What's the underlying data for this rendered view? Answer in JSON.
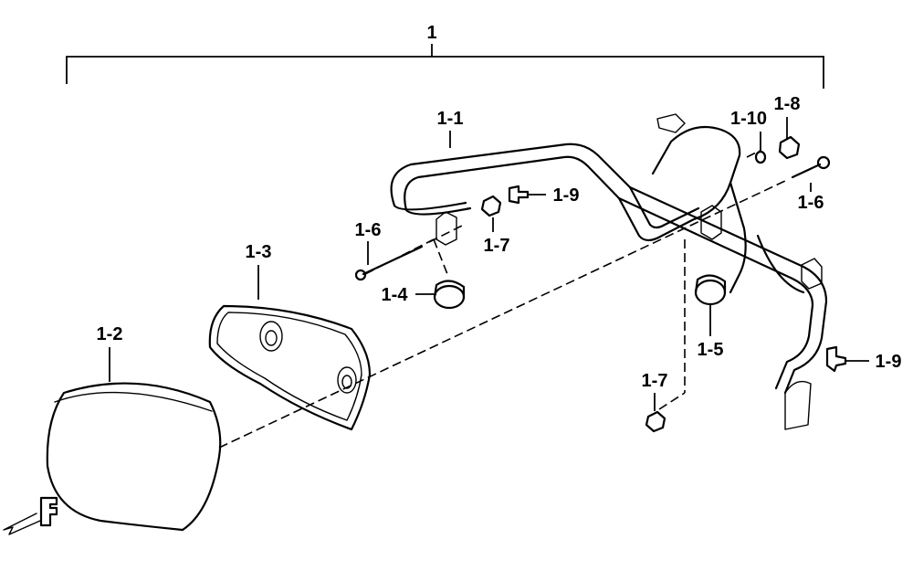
{
  "diagram": {
    "labels": {
      "assembly": "1",
      "backrest_bracket": "1-1",
      "backrest_pad": "1-2",
      "backrest_plate": "1-3",
      "collar_a": "1-4",
      "collar_b": "1-5",
      "bolt_left": "1-6",
      "bolt_right": "1-6",
      "nut_left": "1-7",
      "nut_bottom": "1-7",
      "cap_nut": "1-8",
      "clip_upper": "1-9",
      "clip_lower": "1-9",
      "washer": "1-10"
    },
    "direction_marker": "F"
  }
}
